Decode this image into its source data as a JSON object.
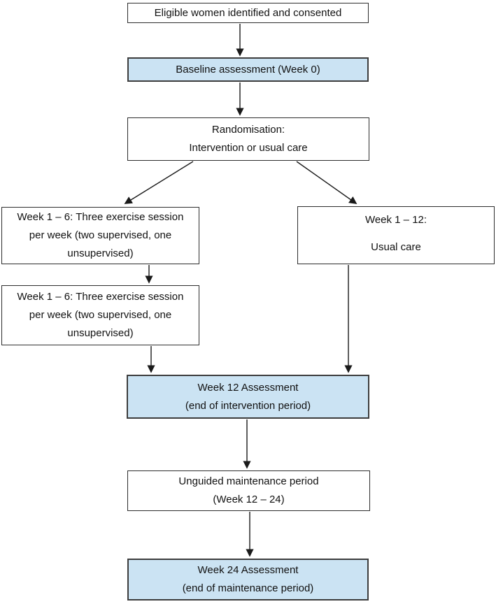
{
  "colors": {
    "highlight_fill": "#cbe3f3",
    "highlight_border": "#3d3d3d",
    "box_border": "#2d2d2d",
    "arrow": "#1a1a1a",
    "text": "#111111"
  },
  "flowchart": {
    "eligible": {
      "line1": "Eligible women identified and consented"
    },
    "baseline": {
      "line1": "Baseline assessment (Week 0)"
    },
    "randomisation": {
      "line1": "Randomisation:",
      "line2": "Intervention or usual care"
    },
    "exercise_block_1": {
      "line1": "Week 1 – 6: Three exercise session",
      "line2": "per week (two supervised, one",
      "line3": "unsupervised)"
    },
    "usual_care": {
      "line1": "Week 1 – 12:",
      "line2": "Usual care"
    },
    "exercise_block_2": {
      "line1": "Week 1 – 6: Three exercise session",
      "line2": "per week (two supervised, one",
      "line3": "unsupervised)"
    },
    "week12_assessment": {
      "line1": "Week 12 Assessment",
      "line2": "(end of intervention period)"
    },
    "maintenance": {
      "line1": "Unguided maintenance period",
      "line2": "(Week 12 – 24)"
    },
    "week24_assessment": {
      "line1": "Week 24 Assessment",
      "line2": "(end of maintenance period)"
    }
  }
}
